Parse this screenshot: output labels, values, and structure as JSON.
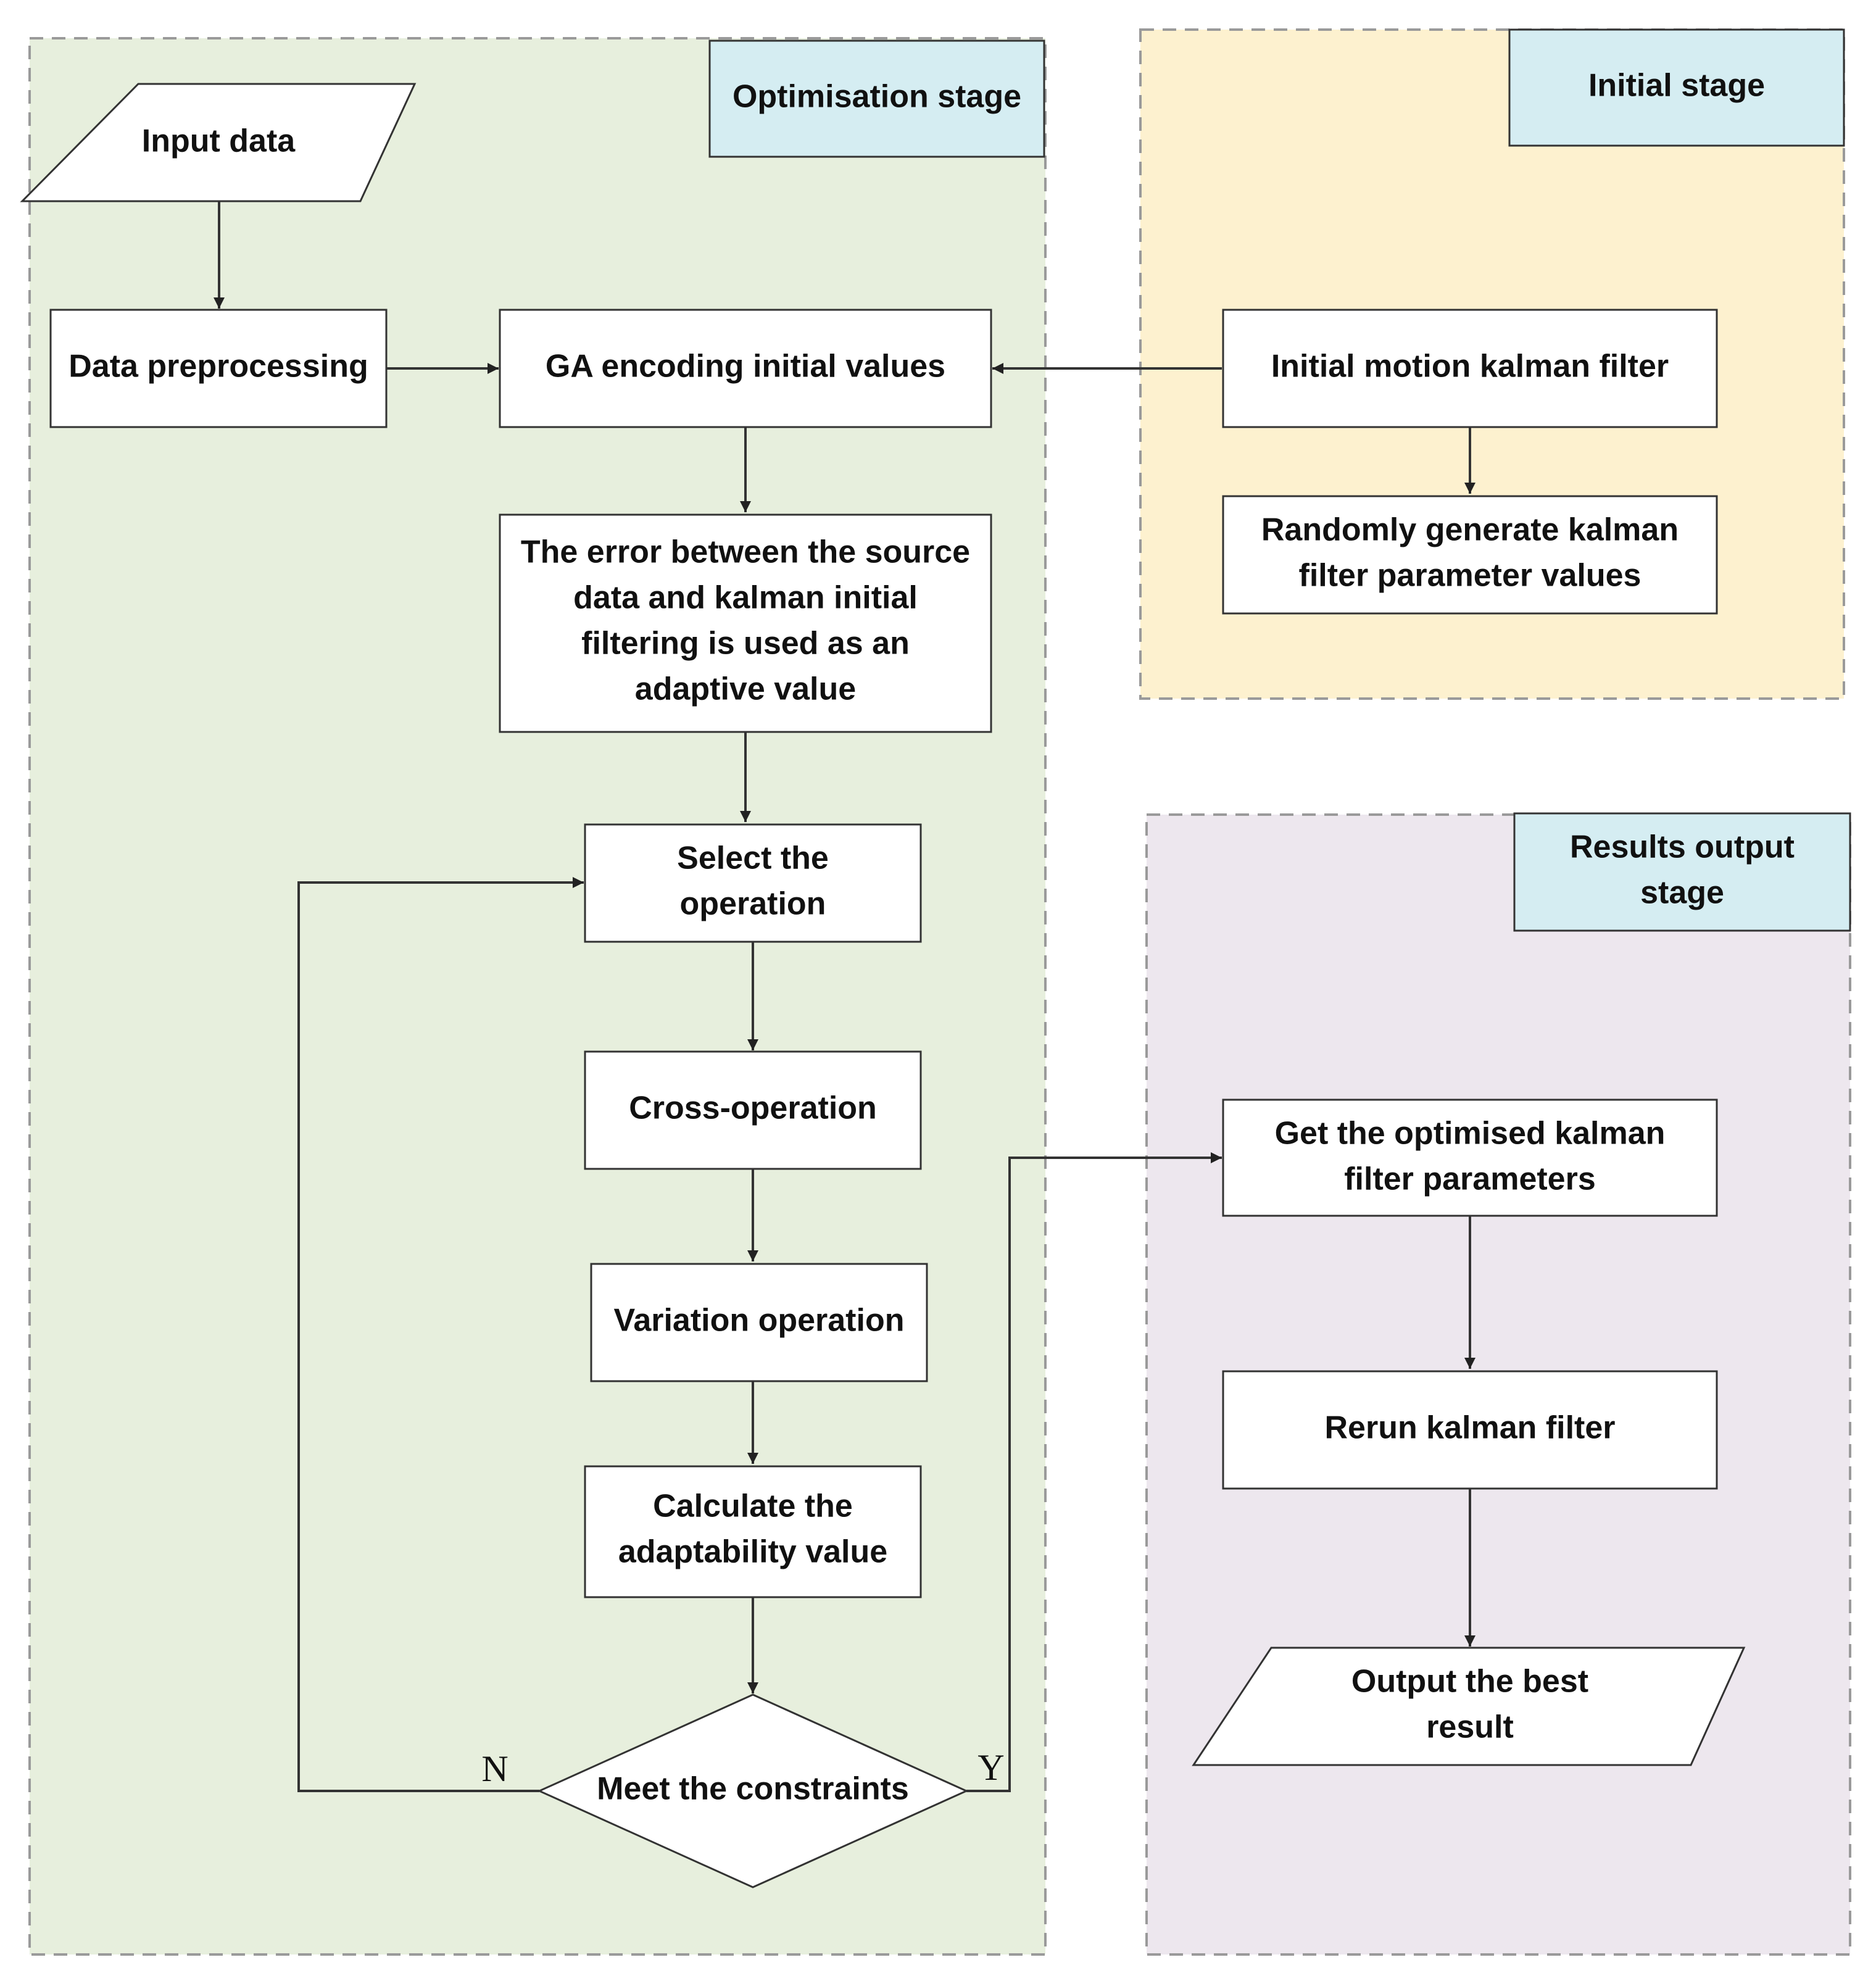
{
  "colors": {
    "optimisation_bg": "#e7efdd",
    "initial_bg": "#fdf1cf",
    "results_bg": "#ede7ee",
    "label_bg": "#d5edf2",
    "box_fill": "#ffffff",
    "stroke": "#333333",
    "dashed_border": "#9a9a9a"
  },
  "stages": {
    "optimisation": {
      "label": "Optimisation stage"
    },
    "initial": {
      "label": "Initial stage"
    },
    "results": {
      "label_line1": "Results output",
      "label_line2": "stage"
    }
  },
  "nodes": {
    "input_data": {
      "line1": "Input data"
    },
    "data_preprocessing": {
      "line1": "Data preprocessing"
    },
    "ga_encoding": {
      "line1": "GA encoding initial values"
    },
    "error_adaptive": {
      "line1": "The error between the source",
      "line2": "data and kalman initial",
      "line3": "filtering is used as an",
      "line4": "adaptive value"
    },
    "select_operation": {
      "line1": "Select the",
      "line2": "operation"
    },
    "cross_operation": {
      "line1": "Cross-operation"
    },
    "variation_operation": {
      "line1": "Variation operation"
    },
    "calculate_adaptability": {
      "line1": "Calculate the",
      "line2": "adaptability value"
    },
    "meet_constraints": {
      "line1": "Meet the constraints"
    },
    "initial_motion": {
      "line1": "Initial motion kalman filter"
    },
    "randomly_generate": {
      "line1": "Randomly generate kalman",
      "line2": "filter parameter values"
    },
    "get_optimised": {
      "line1": "Get the optimised kalman",
      "line2": "filter parameters"
    },
    "rerun_kalman": {
      "line1": "Rerun kalman filter"
    },
    "output_best": {
      "line1": "Output the best",
      "line2": "result"
    }
  },
  "branches": {
    "no": "N",
    "yes": "Y"
  }
}
